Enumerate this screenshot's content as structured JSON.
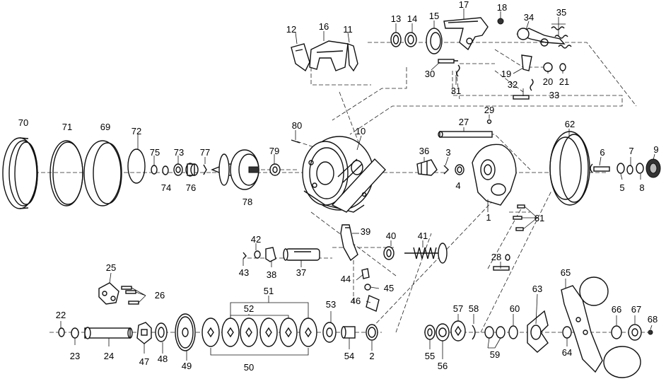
{
  "diagram": {
    "labels": [
      "70",
      "71",
      "69",
      "72",
      "75",
      "74",
      "73",
      "76",
      "77",
      "78",
      "79",
      "80",
      "10",
      "12",
      "16",
      "11",
      "13",
      "14",
      "15",
      "17",
      "18",
      "34",
      "35",
      "19",
      "20",
      "21",
      "30",
      "31",
      "32",
      "33",
      "27",
      "29",
      "62",
      "36",
      "3",
      "4",
      "1",
      "6",
      "5",
      "7",
      "8",
      "9",
      "61",
      "28",
      "39",
      "40",
      "41",
      "42",
      "43",
      "38",
      "37",
      "44",
      "45",
      "46",
      "25",
      "26",
      "22",
      "23",
      "24",
      "47",
      "48",
      "49",
      "50",
      "51",
      "52",
      "53",
      "54",
      "2",
      "55",
      "56",
      "57",
      "58",
      "59",
      "60",
      "63",
      "64",
      "65",
      "66",
      "67",
      "68"
    ]
  }
}
